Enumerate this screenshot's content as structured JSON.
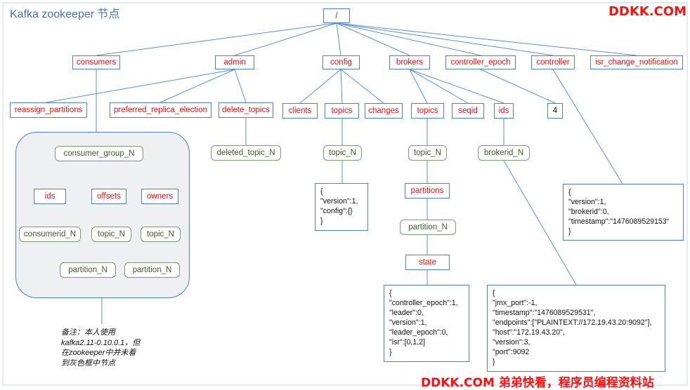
{
  "header": {
    "title": "Kafka zookeeper 节点",
    "brand": "DDKK.COM"
  },
  "footer": {
    "watermark": "DDKK.COM 弟弟快看，程序员编程资料站"
  },
  "nodes": {
    "root": "/",
    "consumers": "consumers",
    "admin": "admin",
    "config": "config",
    "brokers": "brokers",
    "controller_epoch": "controller_epoch",
    "controller": "controller",
    "isr_change_notification": "isr_change_notification",
    "reassign_partitions": "reassign_partitions",
    "preferred_replica_election": "preferred_replica_election",
    "delete_topics": "delete_topics",
    "deleted_topic_n": "deleted_topic_N",
    "config_clients": "clients",
    "config_topics": "topics",
    "config_changes": "changes",
    "config_topic_n": "topic_N",
    "brokers_topics": "topics",
    "brokers_seqid": "seqid",
    "brokers_ids": "ids",
    "brokers_topic_n": "topic_N",
    "partitions": "partitions",
    "partition_n": "partition_N",
    "state": "state",
    "brokerid_n": "brokerid_N",
    "controller_epoch_value": "4",
    "consumer_group_n": "consumer_group_N",
    "cg_ids": "ids",
    "cg_offsets": "offsets",
    "cg_owners": "owners",
    "consumerid_n": "consumerid_N",
    "offsets_topic_n": "topic_N",
    "owners_topic_n": "topic_N",
    "offsets_partition_n": "partition_N",
    "owners_partition_n": "partition_N"
  },
  "json_boxes": {
    "config_topic": "{\n\"version\":1,\n\"config\":{}\n}",
    "state": "{\n\"controller_epoch\":1,\n\"leader\":0,\n\"version\":1,\n\"leader_epoch\":0,\n\"isr\":[0,1,2]\n}",
    "broker": "{\n\"jmx_port\":-1,\n\"timestamp\":\"1476089529531\",\n\"endpoints\":[\"PLAINTEXT://172.19.43.20:9092\"],\n\"host\":\"172.19.43.20\",\n\"version\":3,\n\"port\":9092\n}",
    "controller": "{\n\"version\":1,\n\"brokerid\":0,\n\"timestamp\":\"1476089529153“\n}"
  },
  "note": "备注：本人使用\nkafka2.11-0.10.0.1，但\n在zookeeper中并未看\n到灰色框中节点",
  "colors": {
    "node_border": "#4f81bd",
    "line": "#5b8fd0",
    "red_text": "#ee1111",
    "green_text": "#3f5a2a",
    "group_fill": "#eef0f2"
  }
}
